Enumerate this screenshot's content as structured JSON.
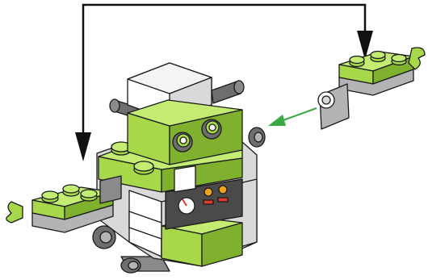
{
  "figure": {
    "kind": "lego-building-instruction-step",
    "palette": {
      "lime": "#a6d84a",
      "lime_dark": "#7fb02e",
      "lime_light": "#c4ec72",
      "gray": "#b4b4b4",
      "gray_dark": "#6e6e6e",
      "gray_light": "#d9d9d9",
      "white": "#ffffff",
      "outline": "#1a1a1a",
      "arrow_black": "#111111",
      "arrow_green": "#3aa845",
      "panel_red": "#e23a2a",
      "panel_orange": "#f0a21c"
    },
    "parts": [
      {
        "name": "robot-body"
      },
      {
        "name": "left-arm-assembly"
      },
      {
        "name": "right-arm-subassembly"
      }
    ],
    "arrows": [
      {
        "name": "bracket-arrow",
        "color": "black"
      },
      {
        "name": "attach-arrow",
        "color": "green"
      }
    ]
  }
}
